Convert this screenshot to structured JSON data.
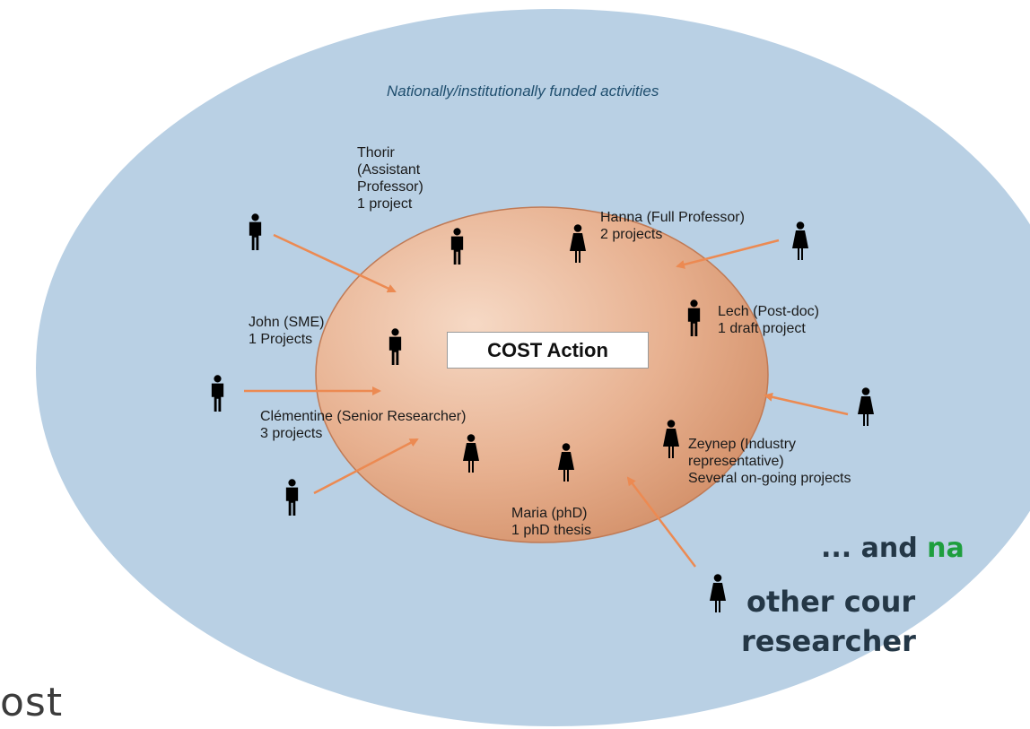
{
  "caption": "Nationally/institutionally funded activities",
  "center_box": "COST Action",
  "people": [
    {
      "id": "thorir",
      "text": "Thorir\n(Assistant\nProfessor)\n1 project"
    },
    {
      "id": "hanna",
      "text": "Hanna (Full Professor)\n2 projects"
    },
    {
      "id": "john",
      "text": "John (SME)\n1 Projects"
    },
    {
      "id": "lech",
      "text": "Lech (Post-doc)\n1 draft project"
    },
    {
      "id": "clementine",
      "text": "Clémentine (Senior Researcher)\n3 projects"
    },
    {
      "id": "zeynep",
      "text": "Zeynep (Industry\nrepresentative)\nSeveral on-going projects"
    },
    {
      "id": "maria",
      "text": "Maria (phD)\n1 phD thesis"
    }
  ],
  "bottom_text": {
    "line1_prefix": "... and ",
    "line1_highlight": "na",
    "line2": "other cour",
    "line3": "researcher"
  },
  "logo": "ost",
  "colors": {
    "outer_ellipse": "#b9d0e4",
    "inner_ellipse": "#e0a07e",
    "arrow": "#ec8a52",
    "highlight": "#1e9e3e"
  }
}
